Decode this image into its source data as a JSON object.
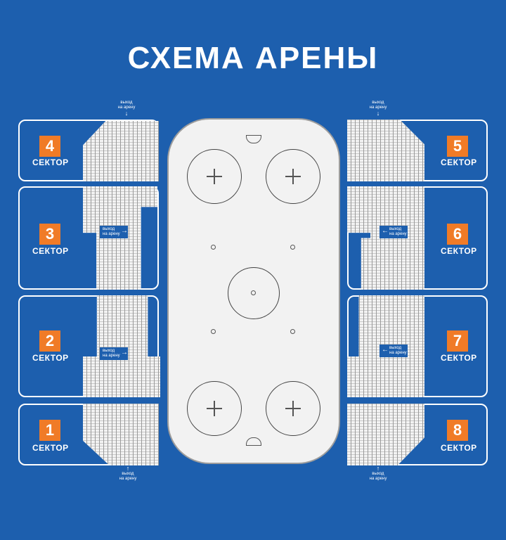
{
  "title": "СХЕМА АРЕНЫ",
  "colors": {
    "background": "#1d5fae",
    "badge": "#f07b27",
    "stands": "#f3f3f3"
  },
  "sector_word": "СЕКТОР",
  "sectors": [
    {
      "number": "1"
    },
    {
      "number": "2"
    },
    {
      "number": "3"
    },
    {
      "number": "4"
    },
    {
      "number": "5"
    },
    {
      "number": "6"
    },
    {
      "number": "7"
    },
    {
      "number": "8"
    }
  ],
  "exit": {
    "line1": "выход",
    "line2": "на арену"
  }
}
